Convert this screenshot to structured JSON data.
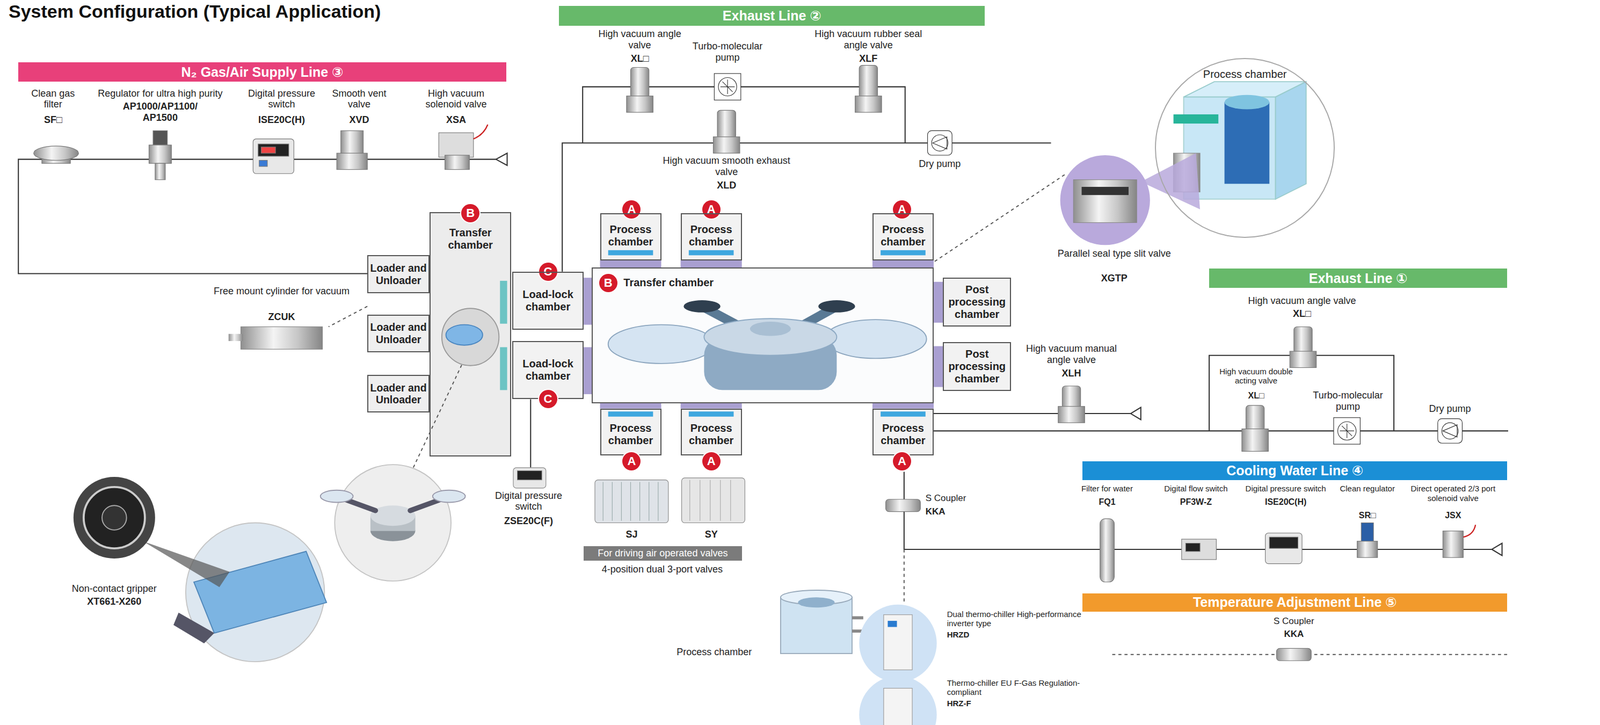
{
  "diagram": {
    "title": "System Configuration (Typical Application)",
    "nodes": [
      {
        "text": [
          "N₂ Gas/Air Supply Line ③"
        ]
      },
      {
        "text": [
          "Exhaust Line ②"
        ]
      },
      {
        "text": [
          "Process chamber"
        ]
      },
      {
        "text": [
          "Transfer chamber"
        ]
      },
      {
        "text": [
          "B"
        ],
        "in": 3
      },
      {
        "text": [
          "Loader and Unloader"
        ]
      },
      {
        "text": [
          "Loader and Unloader"
        ]
      },
      {
        "text": [
          "Loader and Unloader"
        ]
      },
      {
        "text": [
          "A"
        ]
      },
      {
        "text": [
          "A"
        ]
      },
      {
        "text": [
          "A"
        ]
      },
      {
        "text": [
          "Process chamber"
        ]
      },
      {
        "text": [
          "Process chamber"
        ]
      },
      {
        "text": [
          "Process chamber"
        ]
      },
      {
        "text": [
          "C"
        ]
      },
      {
        "text": [
          "Load-lock chamber"
        ]
      },
      {
        "text": [
          "Transfer chamber"
        ]
      },
      {
        "text": [
          "B"
        ],
        "in": 16
      },
      {
        "text": [
          "Post processing chamber"
        ]
      },
      {
        "text": [
          "Post processing chamber"
        ]
      },
      {
        "text": [
          "Load-lock chamber"
        ]
      },
      {
        "text": [
          "C"
        ]
      },
      {
        "text": [
          "Exhaust Line ①"
        ]
      },
      {
        "text": [
          "Process chamber"
        ]
      },
      {
        "text": [
          "Process chamber"
        ]
      },
      {
        "text": [
          "Process chamber"
        ]
      },
      {
        "text": [
          "A"
        ]
      },
      {
        "text": [
          "A"
        ]
      },
      {
        "text": [
          "A"
        ]
      },
      {
        "text": [
          "Cooling Water Line ④"
        ]
      },
      {
        "text": [
          "Temperature Adjustment Line ⑤"
        ]
      },
      {
        "text": [
          "For driving air operated valves"
        ]
      }
    ],
    "labels": [
      "Clean gas filter",
      "SF□",
      "Regulator for ultra high purity",
      "AP1000/AP1100/ AP1500",
      "Digital pressure switch",
      "ISE20C(H)",
      "Smooth vent valve",
      "XVD",
      "High vacuum solenoid valve",
      "XSA",
      "High vacuum angle valve",
      "XL□",
      "Turbo-molecular pump",
      "High vacuum rubber seal angle valve",
      "XLF",
      "High vacuum smooth exhaust valve",
      "XLD",
      "Dry pump",
      "Free mount cylinder for vacuum",
      "ZCUK",
      "Non-contact gripper",
      "XT661-X260",
      "Digital pressure switch",
      "ZSE20C(F)",
      "SJ",
      "SY",
      "4-position dual 3-port valves",
      "Parallel seal type slit valve",
      "XGTP",
      "High vacuum angle valve",
      "XL□",
      "High vacuum manual angle valve",
      "XLH",
      "High vacuum double acting valve",
      "XL□",
      "Turbo-molecular pump",
      "Dry pump",
      "Filter for water",
      "FQ1",
      "Digital flow switch",
      "PF3W-Z",
      "Digital pressure switch",
      "ISE20C(H)",
      "Clean regulator",
      "SR□",
      "Direct operated 2/3 port solenoid valve",
      "JSX",
      "S Coupler",
      "KKA",
      "S Coupler",
      "KKA",
      "Process chamber",
      "Dual thermo-chiller High-performance inverter type",
      "HRZD",
      "Thermo-chiller EU F-Gas Regulation-compliant",
      "HRZ-F"
    ]
  }
}
